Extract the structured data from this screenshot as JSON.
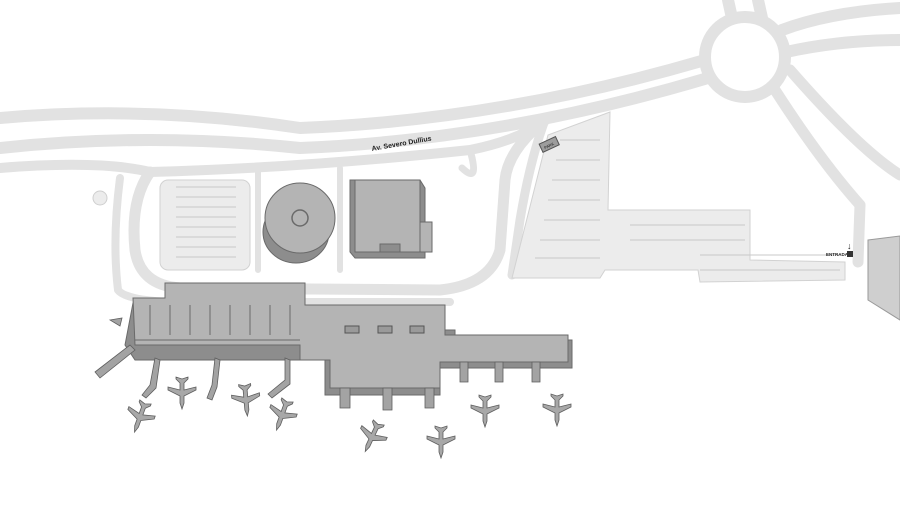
{
  "map": {
    "street_label": "Av. Severo Dullius",
    "entrance_label": "ENTRADA",
    "entrance_arrow": "↓",
    "booth_label": "PARK",
    "colors": {
      "background": "#ffffff",
      "road": "#e2e2e2",
      "building": "#b4b4b4",
      "building_shadow": "#8d8d8d",
      "parking": "#ececec"
    }
  }
}
